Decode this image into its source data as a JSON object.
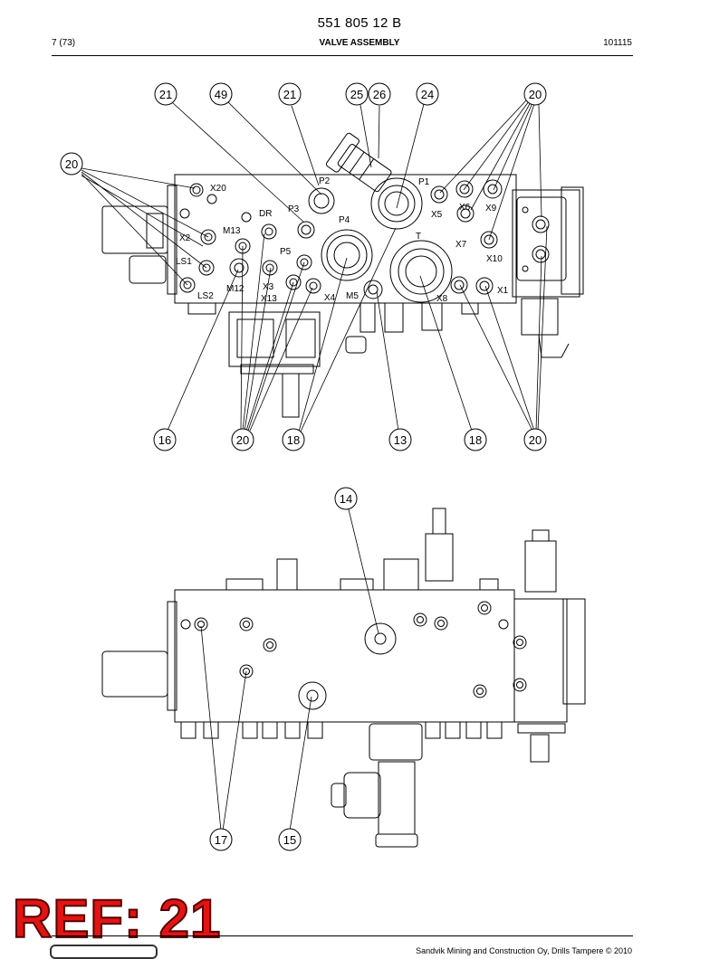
{
  "header": {
    "doc_number": "551 805 12 B",
    "page": "7 (73)",
    "title": "VALVE ASSEMBLY",
    "code": "101115"
  },
  "footer": {
    "copyright": "Sandvik Mining and Construction Oy, Drills Tampere © 2010",
    "ref_stamp": "REF: 21"
  },
  "top_view": {
    "callouts_top": [
      "21",
      "49",
      "21",
      "25",
      "26",
      "24",
      "20"
    ],
    "callout_left": "20",
    "callouts_bottom": [
      "16",
      "20",
      "18",
      "13",
      "18",
      "20"
    ],
    "ports": {
      "x20": "X20",
      "p2": "P2",
      "p1": "P1",
      "dr": "DR",
      "p3": "P3",
      "p4": "P4",
      "x2": "X2",
      "m13": "M13",
      "x5": "X5",
      "x6": "X6",
      "x9": "X9",
      "t": "T",
      "x7": "X7",
      "x10": "X10",
      "ls1": "LS1",
      "p5": "P5",
      "m12": "M12",
      "ls2": "LS2",
      "x3": "X3",
      "x13": "X13",
      "x4": "X4",
      "m5": "M5",
      "x8": "X8",
      "x1": "X1"
    }
  },
  "bottom_view": {
    "callout_top": "14",
    "callouts_bottom": [
      "17",
      "15"
    ]
  }
}
